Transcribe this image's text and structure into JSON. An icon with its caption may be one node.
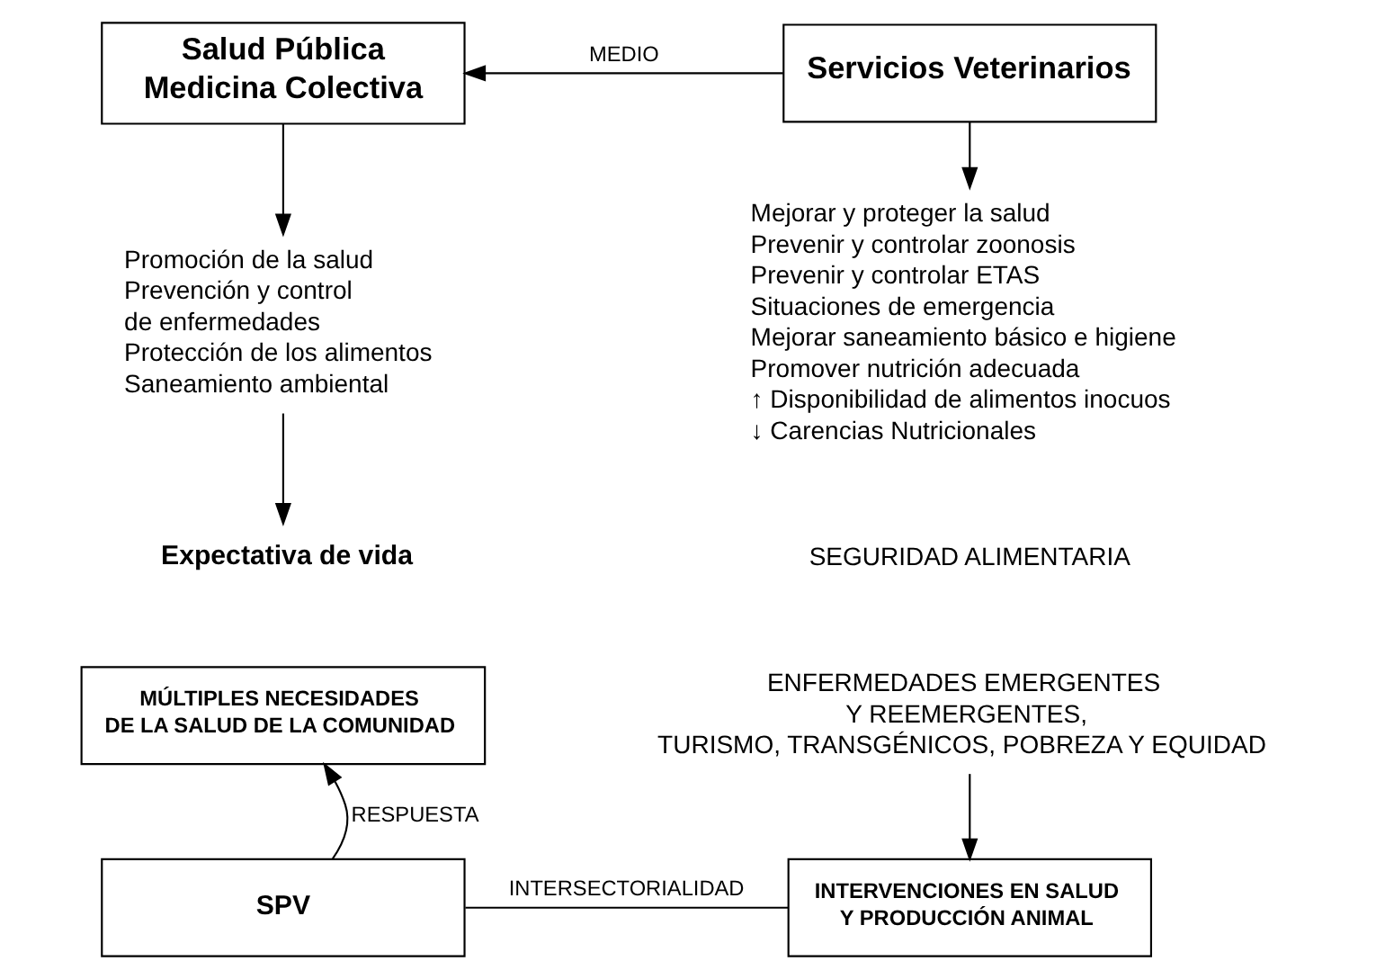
{
  "diagram": {
    "nodes": [
      {
        "text": [
          "Salud Pública Medicina Colectiva"
        ]
      },
      {
        "text": [
          "Servicios Veterinarios"
        ]
      },
      {
        "text": [
          "Promoción de la salud",
          "Prevención y control de enfermedades",
          "Protección de los alimentos",
          "Saneamiento ambiental"
        ]
      },
      {
        "text": [
          "Mejorar y proteger la salud",
          "Prevenir y controlar zoonosis",
          "Prevenir y controlar ETAS",
          "Situaciones de emergencia",
          "Mejorar saneamiento básico e higiene",
          "Promover nutrición adecuada",
          "↑ Disponibilidad de alimentos inocuos",
          "↓ Carencias Nutricionales"
        ]
      },
      {
        "text": [
          "Expectativa de vida"
        ]
      },
      {
        "text": [
          "MÚLTIPLES NECESIDADES DE LA SALUD DE LA COMUNIDAD"
        ]
      },
      {
        "text": [
          "ENFERMEDADES EMERGENTES Y REEMERGENTES, TURISMO, TRANSGÉNICOS, POBREZA Y EQUIDAD"
        ]
      },
      {
        "text": [
          "SPV"
        ]
      },
      {
        "text": [
          "INTERVENCIONES EN SALUD Y PRODUCCIÓN ANIMAL"
        ]
      }
    ],
    "edges": [
      {
        "from": 1,
        "to": 0,
        "arrow": "to",
        "label": "MEDIO"
      },
      {
        "from": 0,
        "to": 2,
        "arrow": "to"
      },
      {
        "from": 1,
        "to": 3,
        "arrow": "to"
      },
      {
        "from": 2,
        "to": 4,
        "arrow": "to"
      },
      {
        "from": 7,
        "to": 5,
        "arrow": "to",
        "label": "RESPUESTA"
      },
      {
        "from": 6,
        "to": 8,
        "arrow": "to"
      },
      {
        "from": 7,
        "to": 8,
        "arrow": "none",
        "label": "INTERSECTORIALIDAD"
      }
    ],
    "labels": [
      "SEGURIDAD ALIMENTARIA"
    ]
  }
}
